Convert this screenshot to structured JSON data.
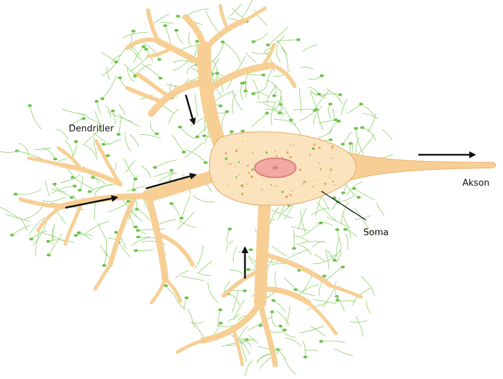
{
  "labels": {
    "dendrites": "Dendritler",
    "axon": "Akson",
    "soma": "Soma"
  },
  "colors": {
    "background": "#ffffff",
    "neuron_fill": "#f7cf95",
    "neuron_edge": "#e9b06e",
    "cytoplasm": "#fbe3bd",
    "granules": "#e3a85f",
    "synapse_fibers": "#9fd782",
    "synapse_knobs": "#6cc24a",
    "nucleus": "#f2a9a3",
    "nucleus_edge": "#d8807a",
    "arrows": "#111111"
  }
}
